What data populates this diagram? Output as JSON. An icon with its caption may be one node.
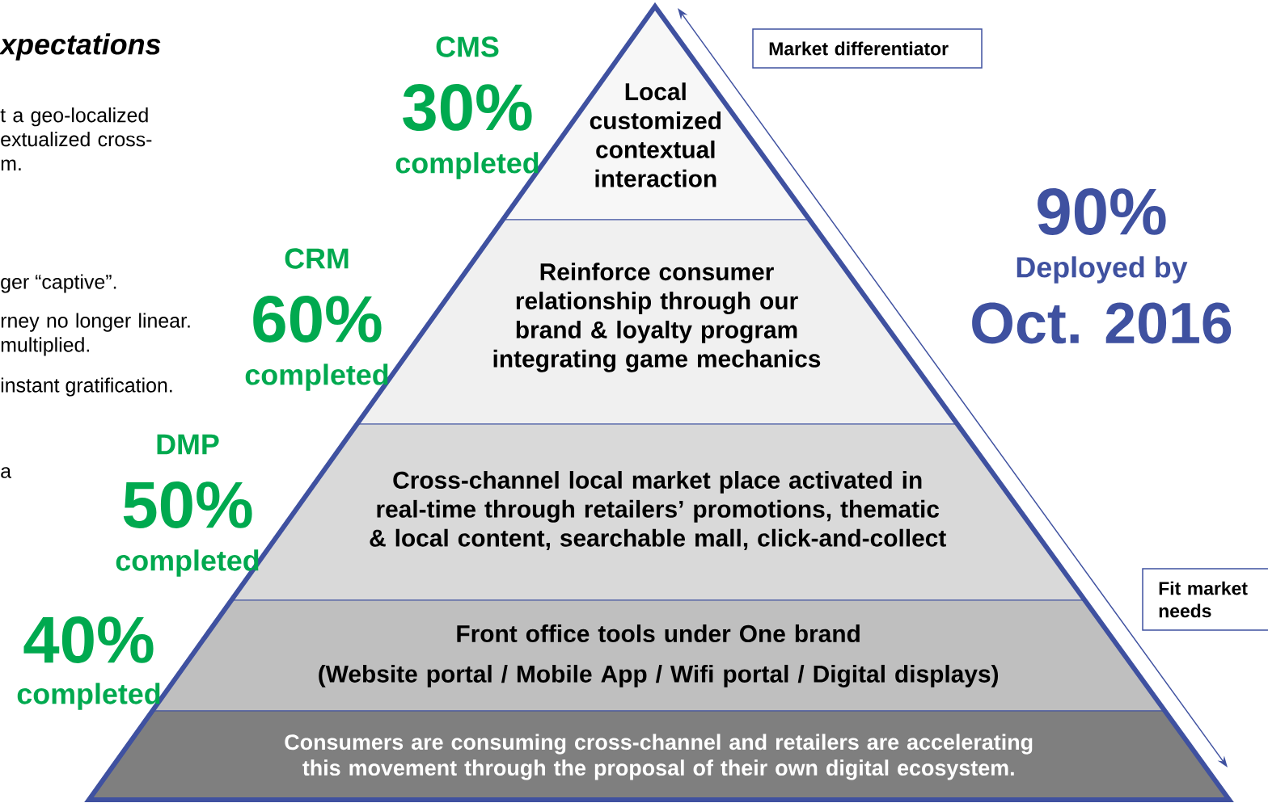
{
  "diagram": {
    "nodes": [
      {
        "text": [
          "Local customized contextual interaction"
        ]
      },
      {
        "text": [
          "Reinforce consumer relationship through our brand & loyalty program integrating game mechanics"
        ]
      },
      {
        "text": [
          "Cross-channel local market place activated in real-time through retailers’ promotions, thematic & local content, searchable mall, click-and-collect"
        ]
      },
      {
        "text": [
          "Front office tools under One brand",
          "(Website portal / Mobile App / Wifi portal / Digital displays)"
        ]
      },
      {
        "text": [
          "Consumers are consuming cross-channel and retailers are accelerating this movement through the proposal of their own digital ecosystem."
        ]
      },
      {
        "text": [
          "Market differentiator"
        ]
      },
      {
        "text": [
          "Fit market needs"
        ]
      }
    ],
    "labels": [
      "xpectations",
      "t a geo-localized extualized cross- m.",
      "ger “captive”.",
      "rney no longer linear. multiplied.",
      "instant gratification.",
      "a",
      "CMS",
      "30%",
      "completed",
      "CRM",
      "60%",
      "completed",
      "DMP",
      "50%",
      "completed",
      "40%",
      "completed",
      "90%",
      "Deployed by",
      "Oct. 2016"
    ]
  }
}
